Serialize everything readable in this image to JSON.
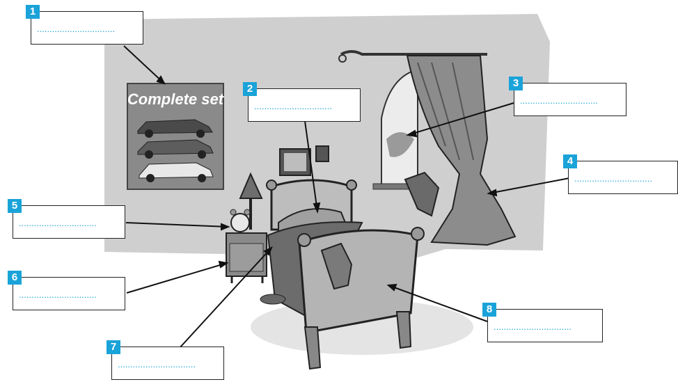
{
  "poster": {
    "title": "Complete set"
  },
  "labels": [
    {
      "number": "1",
      "blank": "..............................."
    },
    {
      "number": "2",
      "blank": "..............................."
    },
    {
      "number": "3",
      "blank": "..............................."
    },
    {
      "number": "4",
      "blank": "..............................."
    },
    {
      "number": "5",
      "blank": "..............................."
    },
    {
      "number": "6",
      "blank": "..............................."
    },
    {
      "number": "7",
      "blank": "..............................."
    },
    {
      "number": "8",
      "blank": "..............................."
    }
  ],
  "colors": {
    "accent": "#1aa3d9",
    "wall": "#cfcfcf"
  }
}
